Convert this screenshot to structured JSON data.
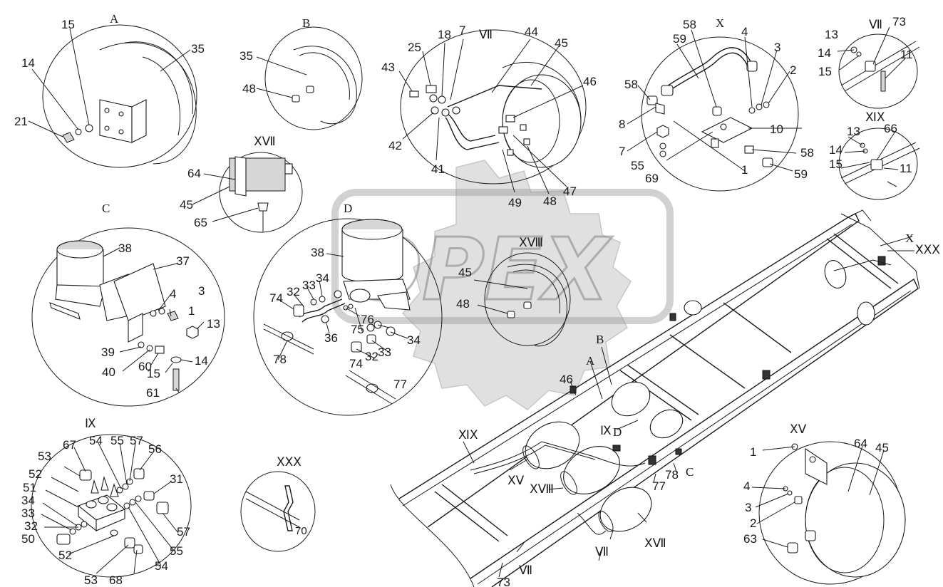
{
  "watermark": "OPEX",
  "views": {
    "A": "A",
    "B": "B",
    "C": "C",
    "D": "D",
    "VII": "Ⅶ",
    "X": "X",
    "XVII": "ⅩⅦ",
    "XVIII": "ⅩⅧ",
    "XIX": "ⅪⅩ",
    "IX": "Ⅸ",
    "XXX": "ⅩⅩⅩ",
    "XV": "ⅩⅤ"
  },
  "callouts": {
    "c1": "1",
    "c2": "2",
    "c3": "3",
    "c4": "4",
    "c7": "7",
    "c8": "8",
    "c10": "10",
    "c11": "11",
    "c13": "13",
    "c14": "14",
    "c15": "15",
    "c18": "18",
    "c21": "21",
    "c25": "25",
    "c31": "31",
    "c32": "32",
    "c33": "33",
    "c34": "34",
    "c35": "35",
    "c36": "36",
    "c37": "37",
    "c38": "38",
    "c39": "39",
    "c40": "40",
    "c41": "41",
    "c42": "42",
    "c43": "43",
    "c44": "44",
    "c45": "45",
    "c46": "46",
    "c47": "47",
    "c48": "48",
    "c49": "49",
    "c50": "50",
    "c51": "51",
    "c52": "52",
    "c53": "53",
    "c54": "54",
    "c55": "55",
    "c56": "56",
    "c57": "57",
    "c58": "58",
    "c59": "59",
    "c60": "60",
    "c61": "61",
    "c63": "63",
    "c64": "64",
    "c65": "65",
    "c66": "66",
    "c67": "67",
    "c68": "68",
    "c69": "69",
    "c70": "70",
    "c73": "73",
    "c74": "74",
    "c75": "75",
    "c76": "76",
    "c77": "77",
    "c78": "78"
  }
}
